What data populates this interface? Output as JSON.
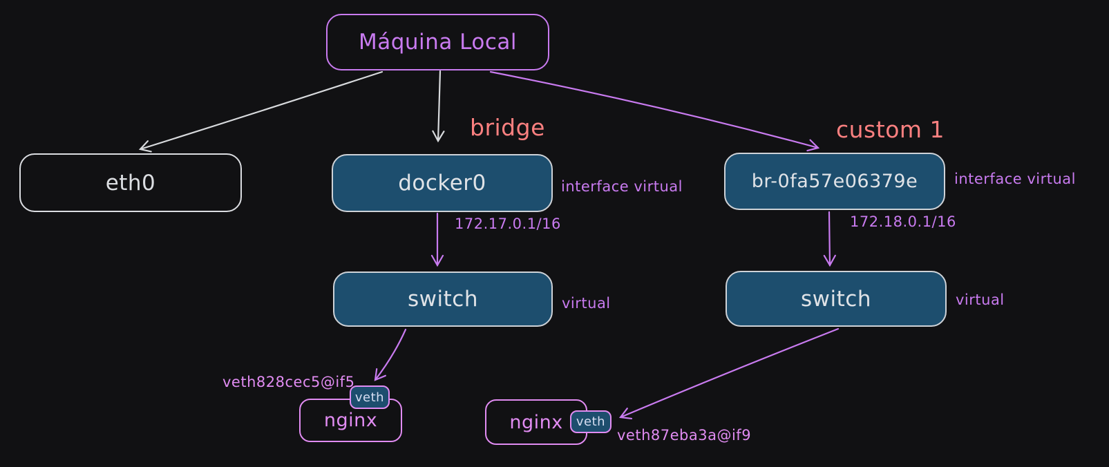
{
  "colors": {
    "background": "#111113",
    "violet": "#c97bf0",
    "pink": "#e18cf2",
    "salmon": "#fb8080",
    "light": "#dcdee2",
    "node_fill": "#1d4e6e"
  },
  "nodes": {
    "maquina": {
      "label": "Máquina Local"
    },
    "eth0": {
      "label": "eth0"
    },
    "docker0": {
      "label": "docker0"
    },
    "br_custom": {
      "label": "br-0fa57e06379e"
    },
    "switch_left": {
      "label": "switch"
    },
    "switch_right": {
      "label": "switch"
    },
    "veth_left": {
      "label": "veth"
    },
    "veth_right": {
      "label": "veth"
    },
    "nginx_left": {
      "label": "nginx"
    },
    "nginx_right": {
      "label": "nginx"
    }
  },
  "labels": {
    "network_left": "bridge",
    "network_right": "custom 1",
    "interface_virtual_left": "interface virtual",
    "interface_virtual_right": "interface virtual",
    "subnet_left": "172.17.0.1/16",
    "subnet_right": "172.18.0.1/16",
    "virtual_left": "virtual",
    "virtual_right": "virtual",
    "veth_iface_left": "veth828cec5@if5",
    "veth_iface_right": "veth87eba3a@if9"
  }
}
